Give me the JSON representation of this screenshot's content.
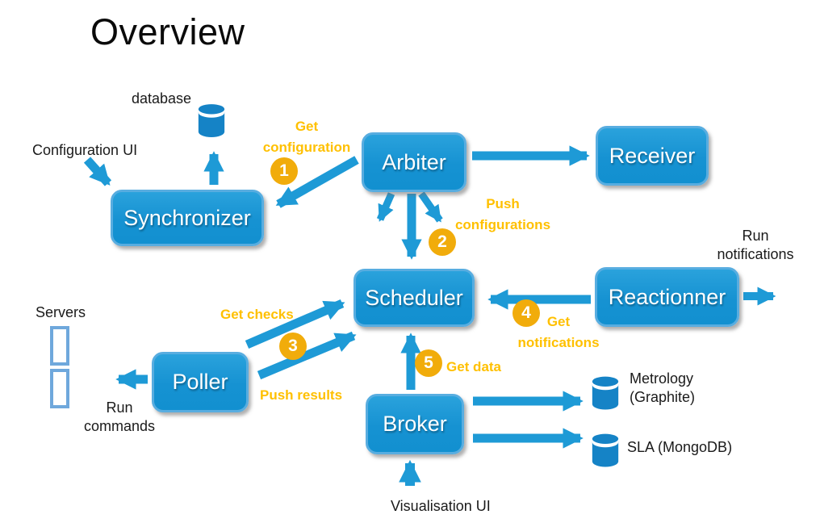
{
  "title": "Overview",
  "colors": {
    "node_fill": "#1692d2",
    "node_border": "#58ade0",
    "arrow": "#1e9ad6",
    "step_badge": "#f1ac0b",
    "flow_label": "#ffc000",
    "cylinder": "#1583c6",
    "server_outline": "#6fa8dc",
    "text": "#1a1a1a"
  },
  "nodes": {
    "synchronizer": {
      "label": "Synchronizer"
    },
    "arbiter": {
      "label": "Arbiter"
    },
    "receiver": {
      "label": "Receiver"
    },
    "scheduler": {
      "label": "Scheduler"
    },
    "reactionner": {
      "label": "Reactionner"
    },
    "poller": {
      "label": "Poller"
    },
    "broker": {
      "label": "Broker"
    }
  },
  "labels": {
    "database": "database",
    "configuration_ui": "Configuration UI",
    "run_notifications": "Run notifications",
    "servers": "Servers",
    "run_commands": "Run commands",
    "metrology": "Metrology (Graphite)",
    "sla": "SLA (MongoDB)",
    "visualisation_ui": "Visualisation UI"
  },
  "flow_labels": {
    "get_configuration": "Get configuration",
    "push_configurations": "Push configurations",
    "get_checks": "Get checks",
    "push_results": "Push results",
    "get_notifications": "Get notifications",
    "get_data": "Get data"
  },
  "steps": {
    "s1": "1",
    "s2": "2",
    "s3": "3",
    "s4": "4",
    "s5": "5"
  }
}
